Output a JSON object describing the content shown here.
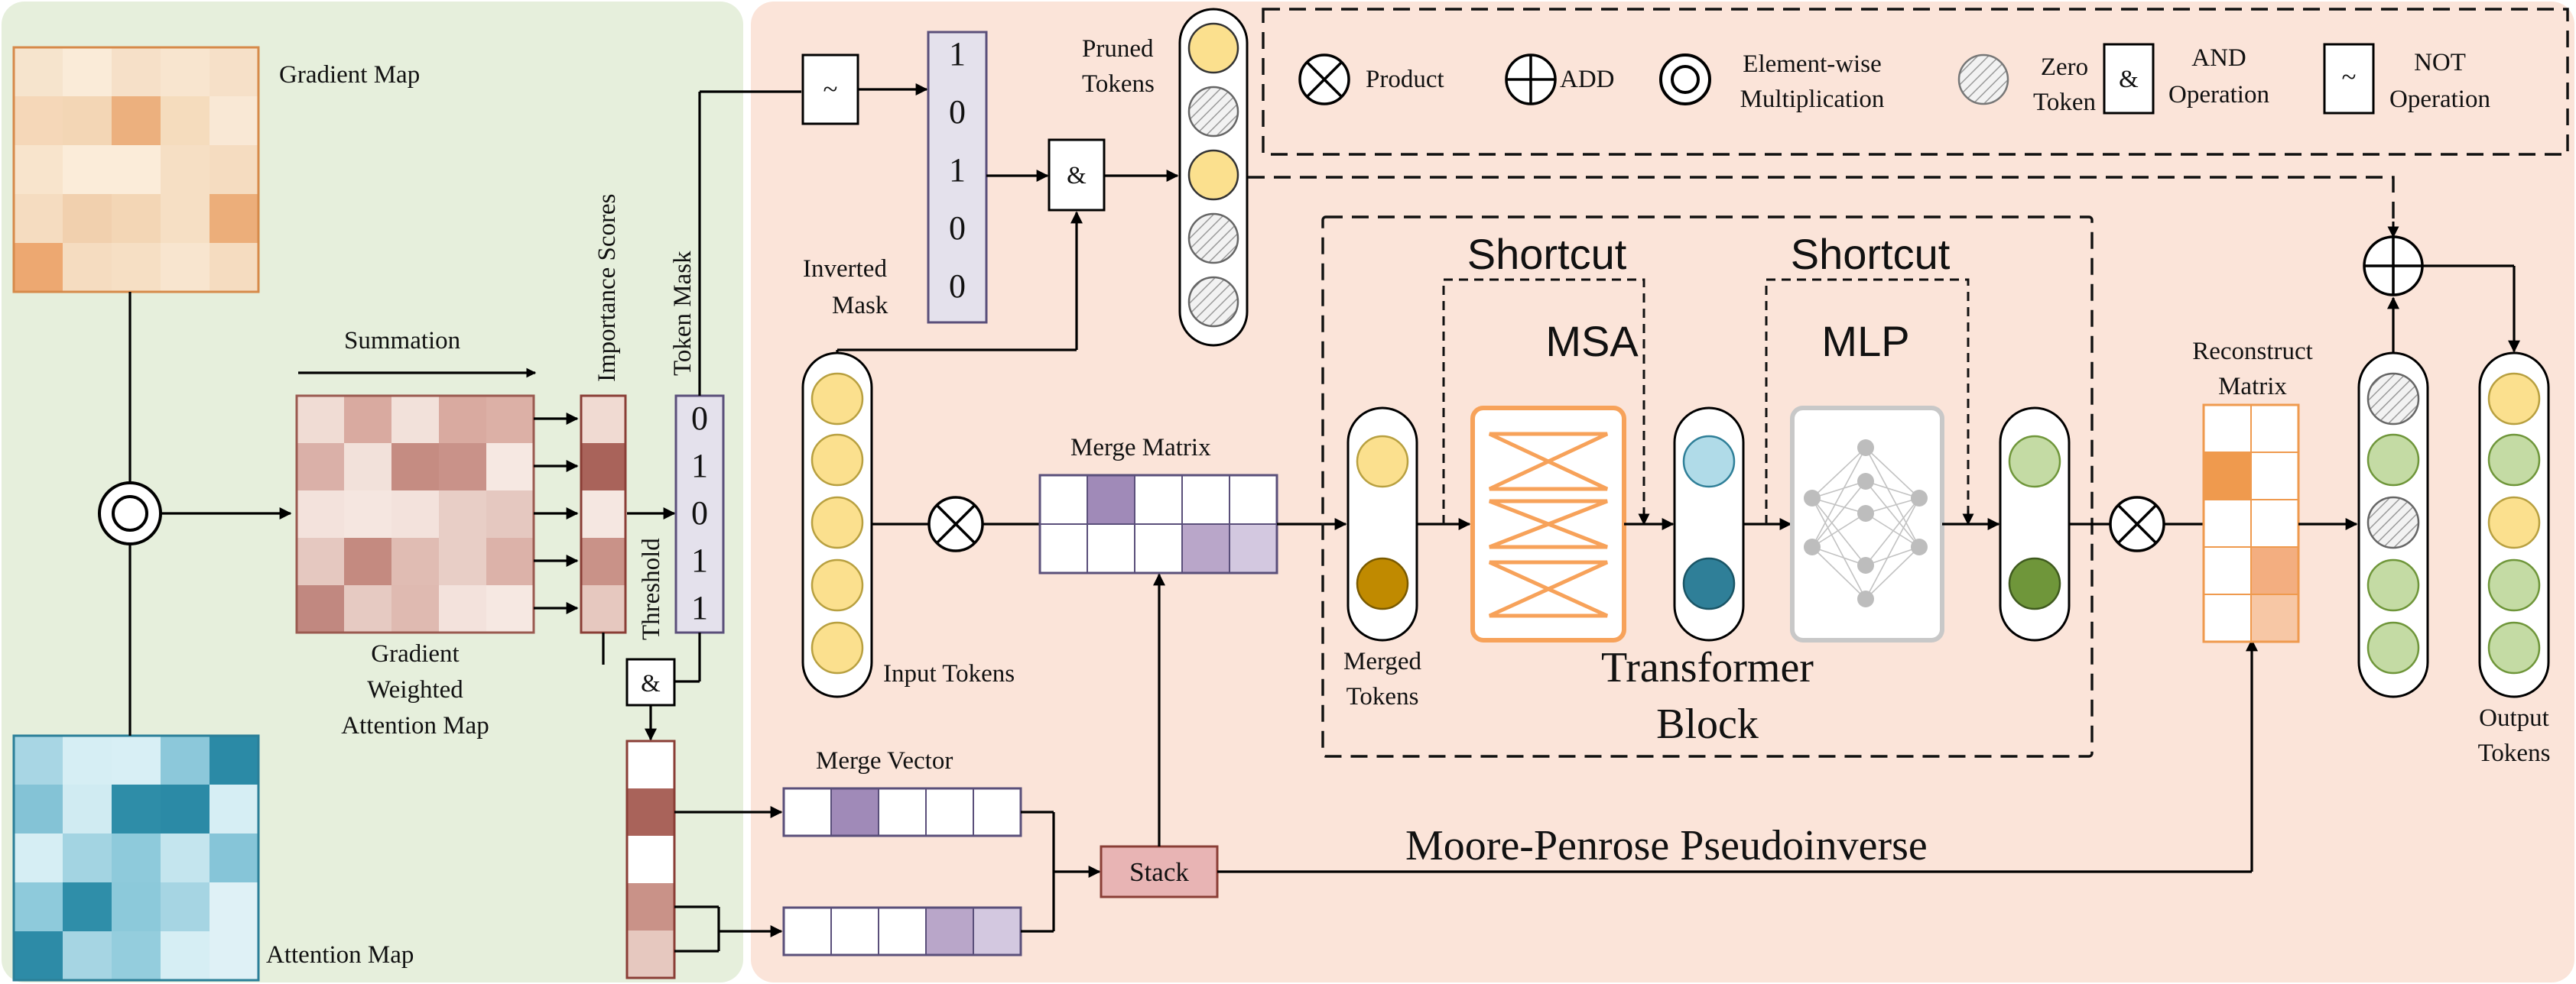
{
  "left_panel": {
    "gradient_map_label": "Gradient Map",
    "attention_map_label": "Attention Map",
    "summation_label": "Summation",
    "gwam_label_line1": "Gradient",
    "gwam_label_line2": "Weighted",
    "gwam_label_line3": "Attention Map",
    "importance_scores_label": "Importance Scores",
    "token_mask_label": "Token Mask",
    "threshold_label": "Threshold",
    "token_mask_values": [
      "0",
      "1",
      "0",
      "1",
      "1"
    ],
    "and_symbol": "&"
  },
  "right_panel": {
    "not_symbol": "~",
    "inverted_mask_label_line1": "Inverted",
    "inverted_mask_label_line2": "Mask",
    "inverted_mask_values": [
      "1",
      "0",
      "1",
      "0",
      "0"
    ],
    "and_symbol": "&",
    "pruned_tokens_label_line1": "Pruned",
    "pruned_tokens_label_line2": "Tokens",
    "input_tokens_label": "Input Tokens",
    "merge_matrix_label": "Merge Matrix",
    "merge_vector_label": "Merge Vector",
    "stack_label": "Stack",
    "pseudoinverse_label": "Moore-Penrose Pseudoinverse",
    "merged_tokens_label_line1": "Merged",
    "merged_tokens_label_line2": "Tokens",
    "shortcut1_label": "Shortcut",
    "shortcut2_label": "Shortcut",
    "msa_label": "MSA",
    "mlp_label": "MLP",
    "transformer_label_line1": "Transformer",
    "transformer_label_line2": "Block",
    "reconstruct_label_line1": "Reconstruct",
    "reconstruct_label_line2": "Matrix",
    "output_tokens_label_line1": "Output",
    "output_tokens_label_line2": "Tokens"
  },
  "legend": {
    "product": "Product",
    "add": "ADD",
    "elementwise_line1": "Element-wise",
    "elementwise_line2": "Multiplication",
    "zero_token_line1": "Zero",
    "zero_token_line2": "Token",
    "and_symbol": "&",
    "and_line1": "AND",
    "and_line2": "Operation",
    "not_symbol": "~",
    "not_line1": "NOT",
    "not_line2": "Operation"
  },
  "colors": {
    "left_bg": "#e6efdc",
    "right_bg": "#fbe4d9",
    "token_yellow": "#fbe08e",
    "token_gold": "#c08a00",
    "token_light_blue": "#b0dbe8",
    "token_teal": "#2f7f98",
    "token_light_green": "#c4dba4",
    "token_dark_green": "#6f963a",
    "msa_orange": "#f7a25a",
    "purple": "#a08ab8",
    "stack_fill": "#e8b4b4"
  }
}
